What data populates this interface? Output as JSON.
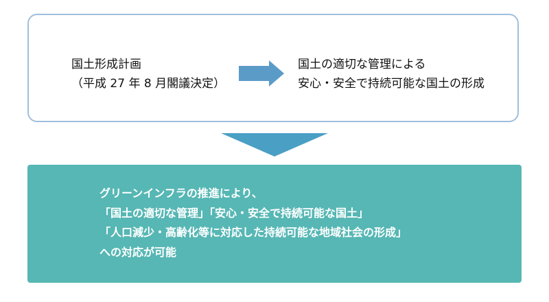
{
  "top_box": {
    "plan": {
      "line1": "国土形成計画",
      "line2": "（平成 27 年 8 月閣議決定）"
    },
    "goal": {
      "line1": "国土の適切な管理による",
      "line2": "安心・安全で持続可能な国土の形成"
    }
  },
  "bottom_box": {
    "lines": [
      "グリーンインフラの推進により、",
      "「国土の適切な管理」「安心・安全で持続可能な国土」",
      "「人口減少・高齢化等に対応した持続可能な地域社会の形成」",
      "への対応が可能"
    ]
  },
  "colors": {
    "box_border": "#9fbfdc",
    "arrow_right": "#5b9bc8",
    "arrow_down": "#4a9fc4",
    "bottom_background": "#56b7b4"
  }
}
